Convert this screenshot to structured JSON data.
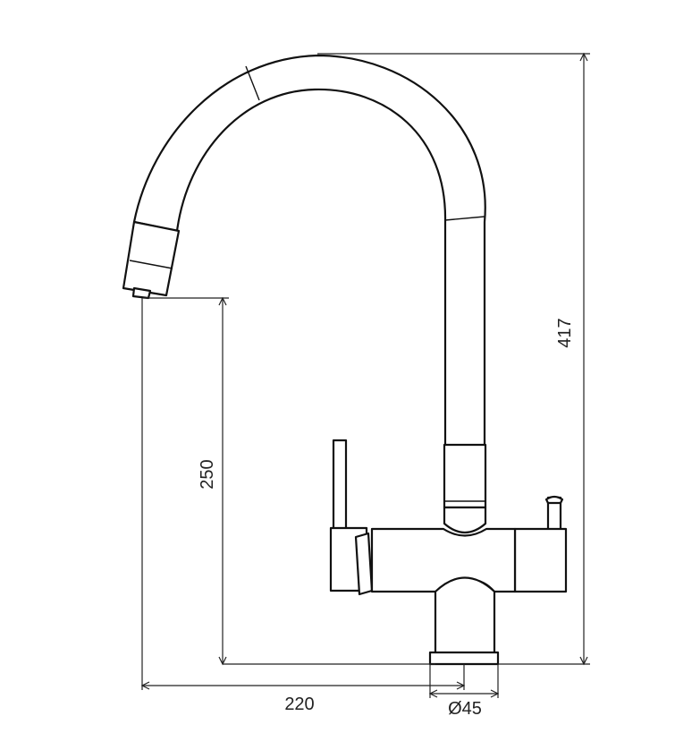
{
  "dimensions": {
    "height_total": "417",
    "height_spout_outlet": "250",
    "reach": "220",
    "base_diameter": "Ø45"
  },
  "colors": {
    "line": "#111111",
    "background": "#ffffff"
  }
}
